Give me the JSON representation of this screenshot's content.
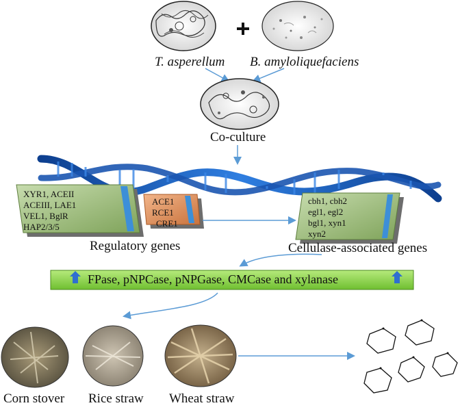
{
  "organisms": {
    "left": "T. asperellum",
    "right": "B. amyloliquefaciens",
    "plus": "+"
  },
  "coculture_label": "Co-culture",
  "regulatory": {
    "box1_lines": [
      "XYR1, ACEII",
      "ACEIII, LAE1",
      "VEL1, BglR",
      "HAP2/3/5"
    ],
    "box2_lines": [
      "ACE1",
      "RCE1",
      "CRE1"
    ],
    "label": "Regulatory genes"
  },
  "cellulase": {
    "lines": [
      "cbh1, cbh2",
      "egl1, egl2",
      "bgl1, xyn1",
      "xyn2"
    ],
    "label": "Cellulase-associated genes"
  },
  "enzymes_banner": "FPase, pNPCase, pNPGase, CMCase and xylanase",
  "substrates": [
    "Corn stover",
    "Rice straw",
    "Wheat straw"
  ],
  "colors": {
    "arrow": "#5b9bd5",
    "dna": "#1e5fbf",
    "green_box": "#9bc07a",
    "orange_box": "#e59a66",
    "banner": "#8fd14f"
  }
}
